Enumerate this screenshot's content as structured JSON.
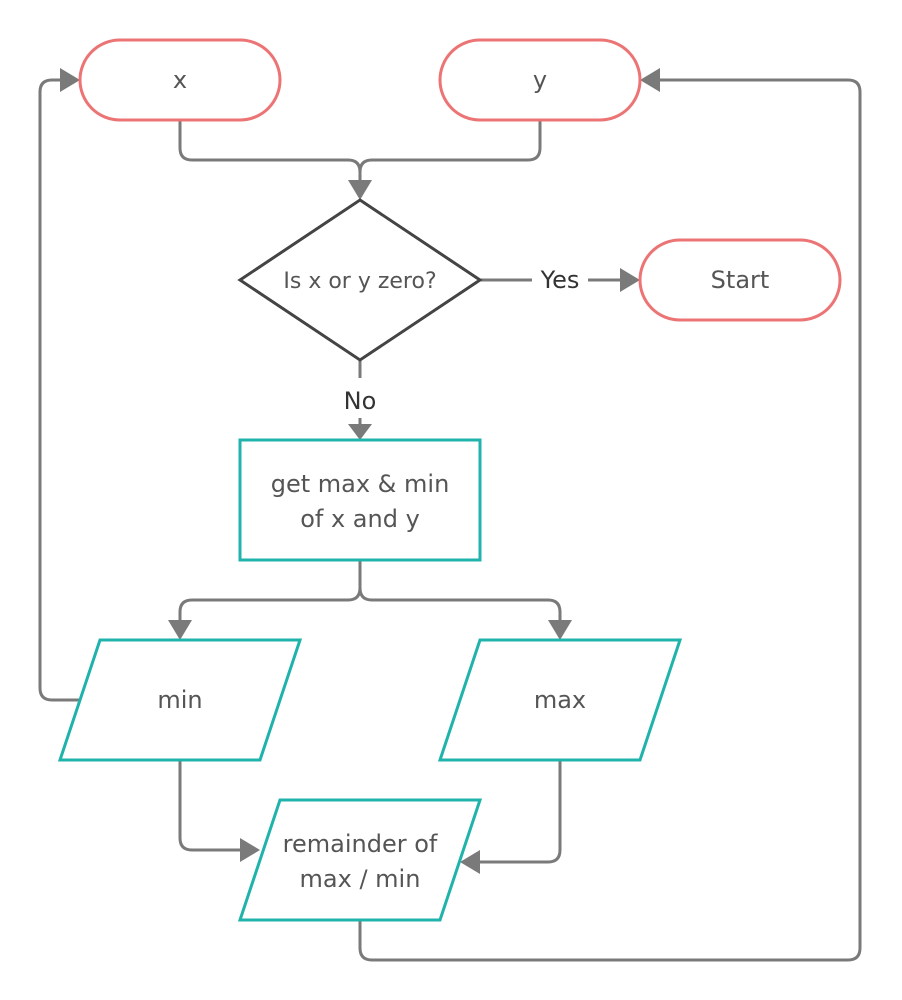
{
  "nodes": {
    "x": {
      "label": "x",
      "shape": "terminator",
      "color": "#ec7474"
    },
    "y": {
      "label": "y",
      "shape": "terminator",
      "color": "#ec7474"
    },
    "decision": {
      "label": "Is x or y zero?",
      "shape": "decision",
      "color": "#444444"
    },
    "start": {
      "label": "Start",
      "shape": "terminator",
      "color": "#ec7474"
    },
    "process": {
      "line1": "get max & min",
      "line2": "of x and y",
      "shape": "process",
      "color": "#1fb3ac"
    },
    "min": {
      "label": "min",
      "shape": "data",
      "color": "#1fb3ac"
    },
    "max": {
      "label": "max",
      "shape": "data",
      "color": "#1fb3ac"
    },
    "remainder": {
      "line1": "remainder of",
      "line2": "max / min",
      "shape": "data",
      "color": "#1fb3ac"
    }
  },
  "edges": {
    "yes_label": "Yes",
    "no_label": "No"
  },
  "colors": {
    "connector": "#7a7a7a",
    "terminator_border": "#ec7474",
    "process_border": "#1fb3ac",
    "decision_border": "#444444"
  }
}
